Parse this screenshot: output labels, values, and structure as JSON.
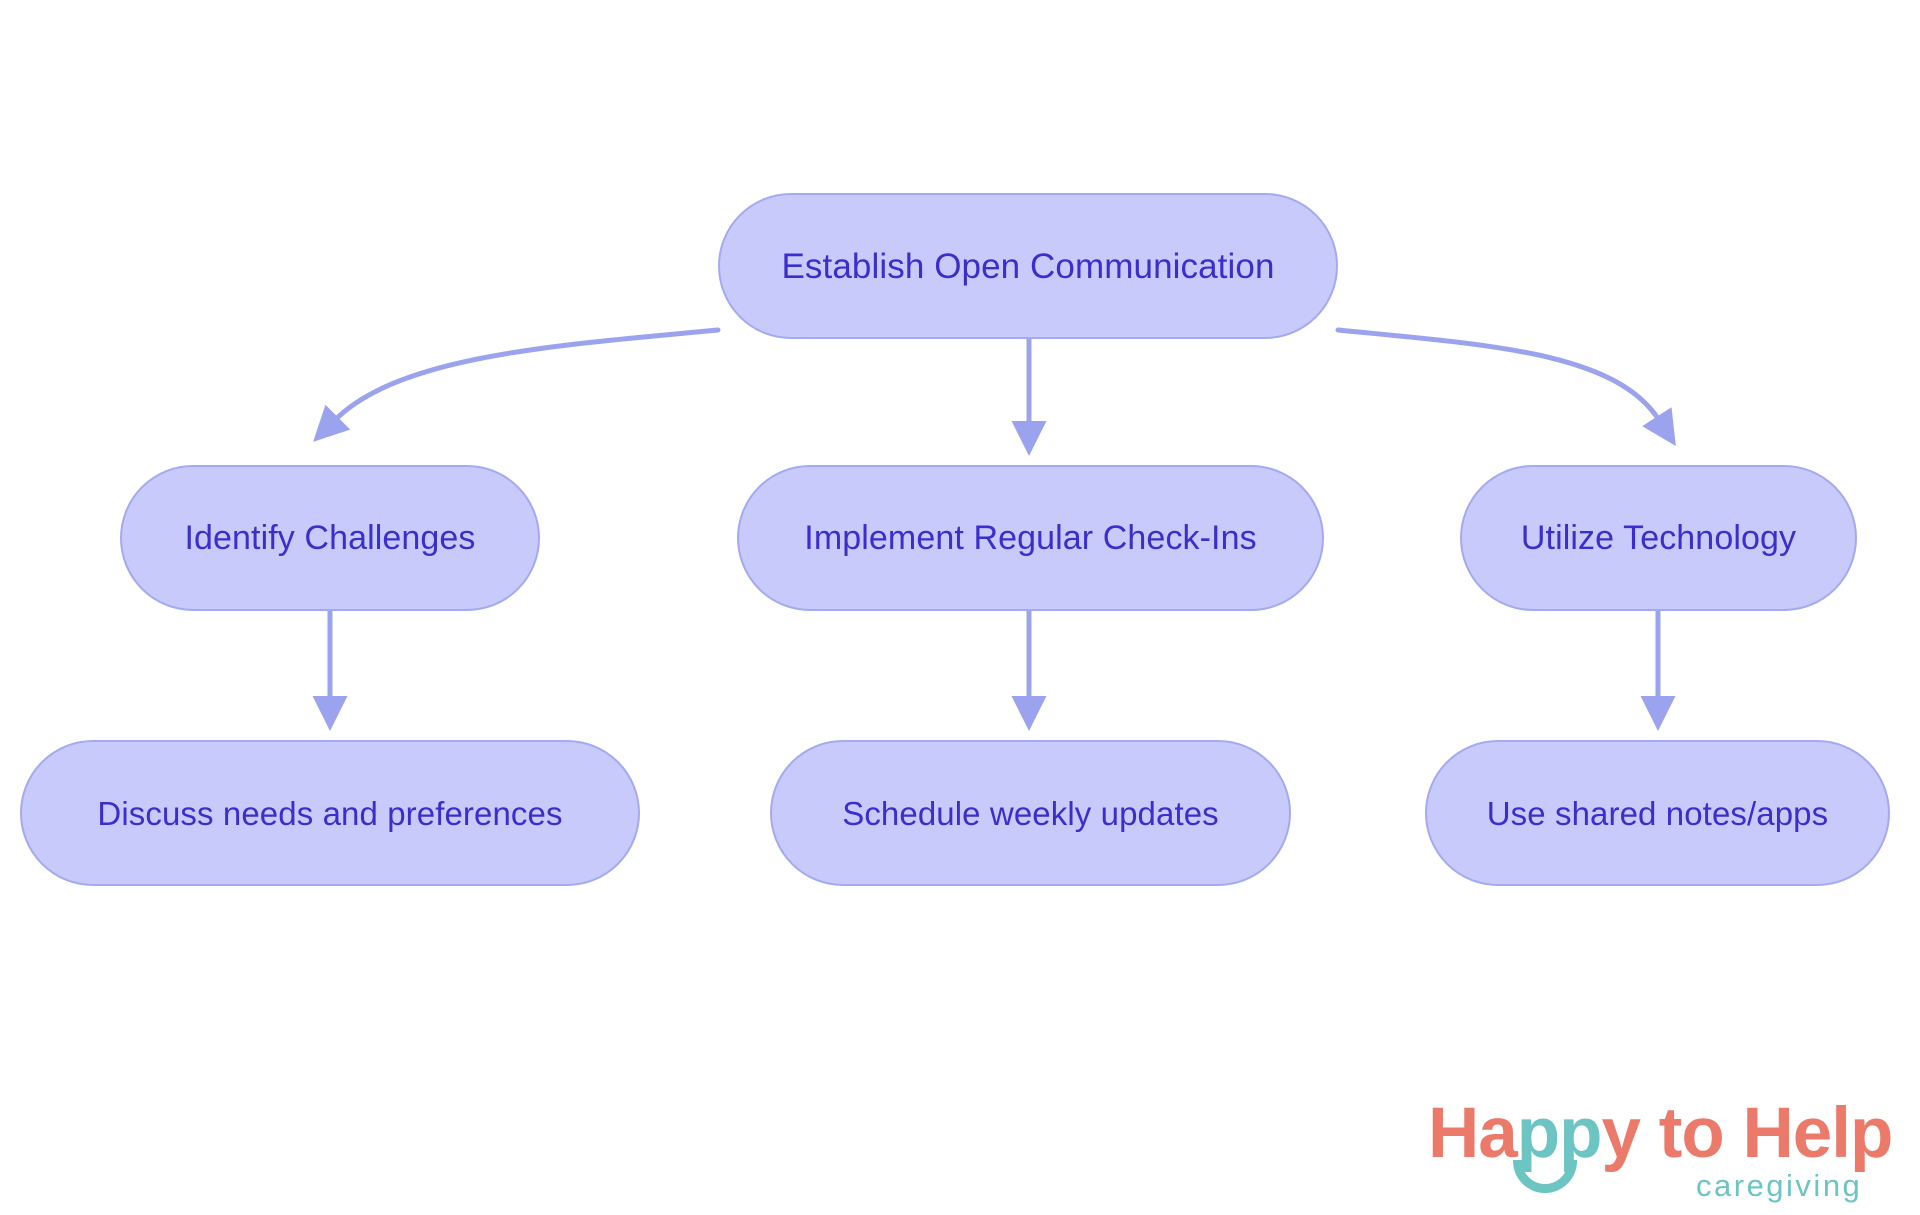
{
  "diagram": {
    "type": "flowchart",
    "direction": "top-down",
    "background_color": "#ffffff",
    "node_fill": "#c7cafa",
    "node_border": "#a4aaf1",
    "node_text_color": "#3a2fcc",
    "edge_color": "#9ba3ee",
    "nodes": [
      {
        "id": "root",
        "label": "Establish Open Communication",
        "tier": 0,
        "column": "center"
      },
      {
        "id": "identify",
        "label": "Identify Challenges",
        "tier": 1,
        "column": "left"
      },
      {
        "id": "checkins",
        "label": "Implement Regular Check-Ins",
        "tier": 1,
        "column": "center"
      },
      {
        "id": "technology",
        "label": "Utilize Technology",
        "tier": 1,
        "column": "right"
      },
      {
        "id": "discuss",
        "label": "Discuss needs and preferences",
        "tier": 2,
        "column": "left"
      },
      {
        "id": "schedule",
        "label": "Schedule weekly updates",
        "tier": 2,
        "column": "center"
      },
      {
        "id": "notes",
        "label": "Use shared notes/apps",
        "tier": 2,
        "column": "right"
      }
    ],
    "edges": [
      {
        "from": "root",
        "to": "identify",
        "style": "curved",
        "arrow": "triangle"
      },
      {
        "from": "root",
        "to": "checkins",
        "style": "straight",
        "arrow": "triangle"
      },
      {
        "from": "root",
        "to": "technology",
        "style": "curved",
        "arrow": "triangle"
      },
      {
        "from": "identify",
        "to": "discuss",
        "style": "straight",
        "arrow": "triangle"
      },
      {
        "from": "checkins",
        "to": "schedule",
        "style": "straight",
        "arrow": "triangle"
      },
      {
        "from": "technology",
        "to": "notes",
        "style": "straight",
        "arrow": "triangle"
      }
    ]
  },
  "logo": {
    "word_happy": "Ha",
    "word_pp": "pp",
    "word_y": "y",
    "word_to_help": " to Help",
    "tagline": "caregiving",
    "primary_color": "#ec7a6a",
    "accent_color": "#6cc5c3"
  }
}
